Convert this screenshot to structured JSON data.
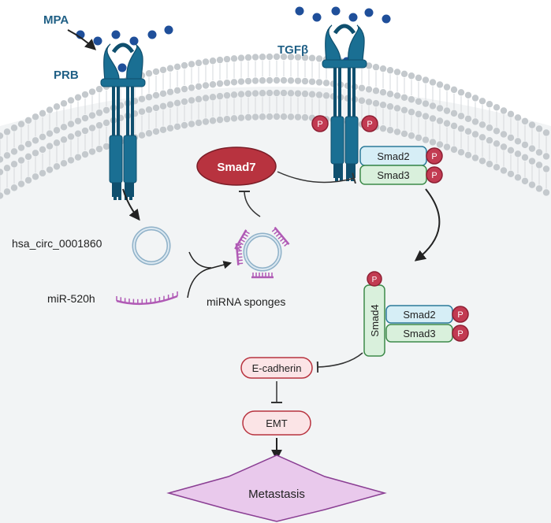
{
  "labels": {
    "mpa": "MPA",
    "prb": "PRB",
    "tgfb": "TGFβ",
    "circ": "hsa_circ_0001860",
    "mir": "miR-520h",
    "sponges": "miRNA sponges"
  },
  "nodes": {
    "smad7": "Smad7",
    "smad2_top": "Smad2",
    "smad3_top": "Smad3",
    "smad4": "Smad4",
    "smad2_bottom": "Smad2",
    "smad3_bottom": "Smad3",
    "ecadherin": "E-cadherin",
    "emt": "EMT",
    "metastasis": "Metastasis"
  },
  "phospho": "P",
  "colors": {
    "receptor": "#1a6f93",
    "receptor_dark": "#0f4f6e",
    "membrane": "#c4c9cd",
    "ligand": "#1f4f9a",
    "phospho": "#c23b52",
    "smad7": "#b8333f",
    "smad2_fill": "#d6eef6",
    "smad3_fill": "#d9f0dc",
    "pink_fill": "#fbe4e6",
    "metastasis_fill": "#e9c9ec"
  }
}
